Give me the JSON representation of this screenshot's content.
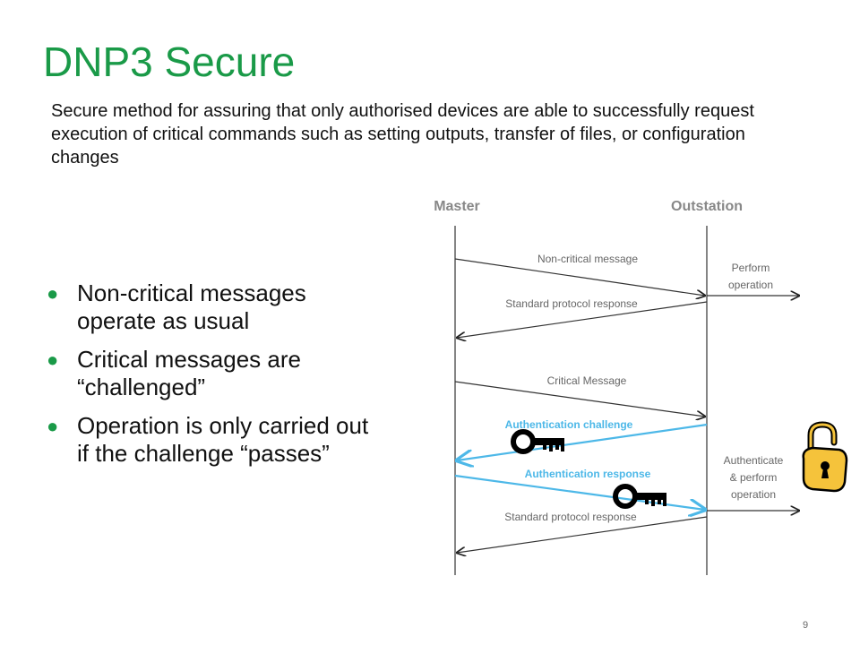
{
  "slide": {
    "title": "DNP3 Secure",
    "subtitle": "Secure method for assuring that only authorised devices are able to successfully request execution of critical commands such as setting outputs, transfer of files, or configuration changes",
    "bullets": [
      "Non-critical messages operate as usual",
      "Critical messages are “challenged”",
      "Operation is only carried out if the challenge “passes”"
    ],
    "page_number": "9"
  },
  "diagram": {
    "master_label": "Master",
    "outstation_label": "Outstation",
    "messages": {
      "non_critical": "Non-critical message",
      "std_response_1": "Standard protocol response",
      "perform_op_line1": "Perform",
      "perform_op_line2": "operation",
      "critical": "Critical Message",
      "auth_challenge": "Authentication challenge",
      "auth_response": "Authentication response",
      "auth_perform_line1": "Authenticate",
      "auth_perform_line2": "& perform",
      "auth_perform_line3": "operation",
      "std_response_2": "Standard protocol response"
    }
  },
  "colors": {
    "title_green": "#1a9a48",
    "auth_blue": "#4db8e8",
    "lock_gold": "#f5c33b"
  },
  "icons": [
    "key-icon",
    "key-icon",
    "padlock-icon"
  ]
}
